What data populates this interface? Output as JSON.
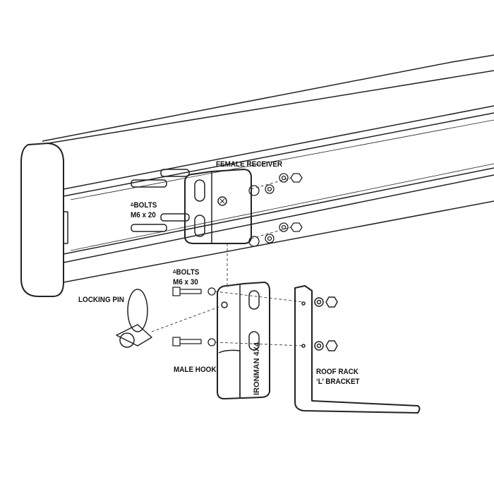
{
  "labels": {
    "female_receiver": "FEMALE RECEIVER",
    "bolts_top_marker": "Δ",
    "bolts_top_line1": "BOLTS",
    "bolts_top_line2": "M6 x 20",
    "bolts_bottom_marker": "Δ",
    "bolts_bottom_line1": "BOLTS",
    "bolts_bottom_line2": "M6 x 30",
    "locking_pin": "LOCKING PIN",
    "male_hook": "MALE HOOK",
    "bracket_line1": "ROOF RACK",
    "bracket_line2": "‘L’ BRACKET"
  },
  "hook_logo_text": "IRONMAN 4X4"
}
